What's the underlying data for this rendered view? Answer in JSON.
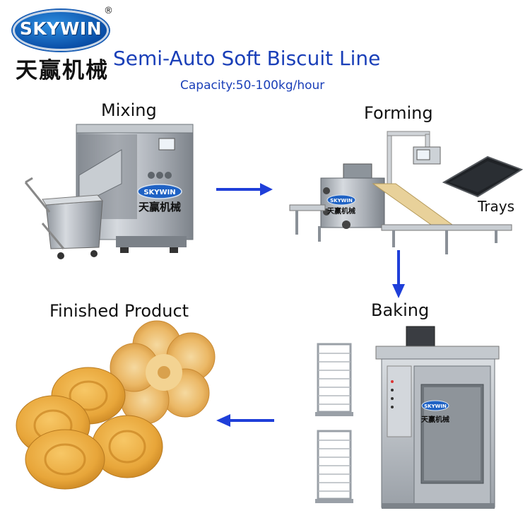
{
  "logo": {
    "brand": "SKYWIN",
    "registered": "®",
    "chinese_name": "天赢机械"
  },
  "title": "Semi-Auto Soft Biscuit Line",
  "capacity": "Capacity:50-100kg/hour",
  "steps": {
    "mixing": "Mixing",
    "forming": "Forming",
    "trays": "Trays",
    "baking": "Baking",
    "finished": "Finished Product"
  },
  "machine_badge": {
    "brand": "SKYWIN",
    "chinese_name": "天赢机械"
  },
  "colors": {
    "title_blue": "#1a3fb8",
    "arrow_blue": "#1f3fd9",
    "steel": "#b9bec4",
    "biscuit": "#e5a43a"
  }
}
